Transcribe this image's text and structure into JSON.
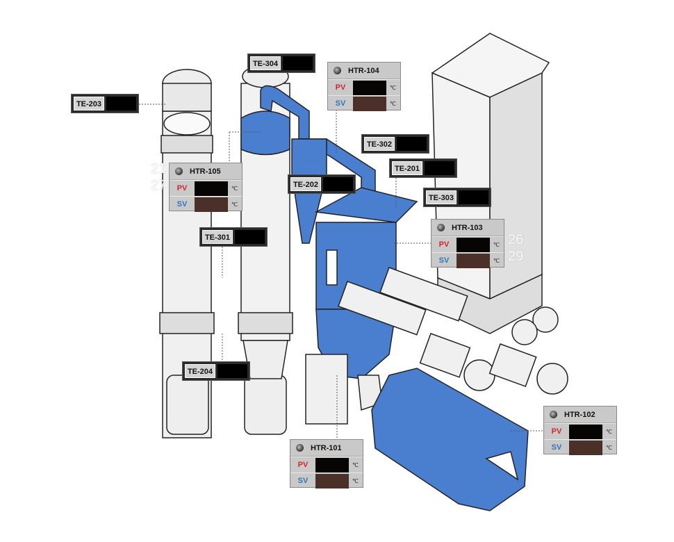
{
  "colors": {
    "equipment_blue": "#4a7fcf",
    "equipment_white": "#f0f0f0",
    "pv_label": "#d0262b",
    "sv_label": "#2f74c0",
    "sv_value_bg": "#4a3028",
    "pv_value_bg": "#070504"
  },
  "temperature_tags": [
    {
      "id": "TE-203"
    },
    {
      "id": "TE-304"
    },
    {
      "id": "TE-302"
    },
    {
      "id": "TE-201"
    },
    {
      "id": "TE-202"
    },
    {
      "id": "TE-303"
    },
    {
      "id": "TE-301"
    },
    {
      "id": "TE-204"
    }
  ],
  "heaters": [
    {
      "id": "HTR-104",
      "pv_label": "PV",
      "sv_label": "SV",
      "unit": "℃"
    },
    {
      "id": "HTR-105",
      "pv_label": "PV",
      "sv_label": "SV",
      "unit": "℃"
    },
    {
      "id": "HTR-103",
      "pv_label": "PV",
      "sv_label": "SV",
      "unit": "℃"
    },
    {
      "id": "HTR-101",
      "pv_label": "PV",
      "sv_label": "SV",
      "unit": "℃"
    },
    {
      "id": "HTR-102",
      "pv_label": "PV",
      "sv_label": "SV",
      "unit": "℃"
    }
  ],
  "stray_numbers": [
    "21",
    "27",
    "26",
    "29"
  ]
}
